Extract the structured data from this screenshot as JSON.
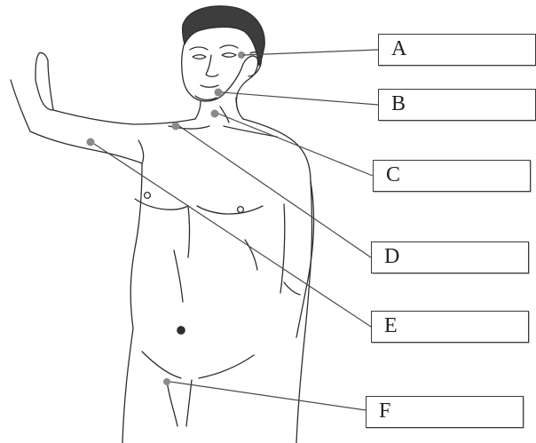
{
  "figure": {
    "description": "",
    "labels": [
      {
        "letter": "A"
      },
      {
        "letter": "B"
      },
      {
        "letter": "C"
      },
      {
        "letter": "D"
      },
      {
        "letter": "E"
      },
      {
        "letter": "F"
      }
    ],
    "colors": {
      "ink": "#2e2e2e",
      "marker": "#8a8a8a",
      "leader": "#4a4a4a",
      "box_border": "#3a3a3a"
    }
  }
}
